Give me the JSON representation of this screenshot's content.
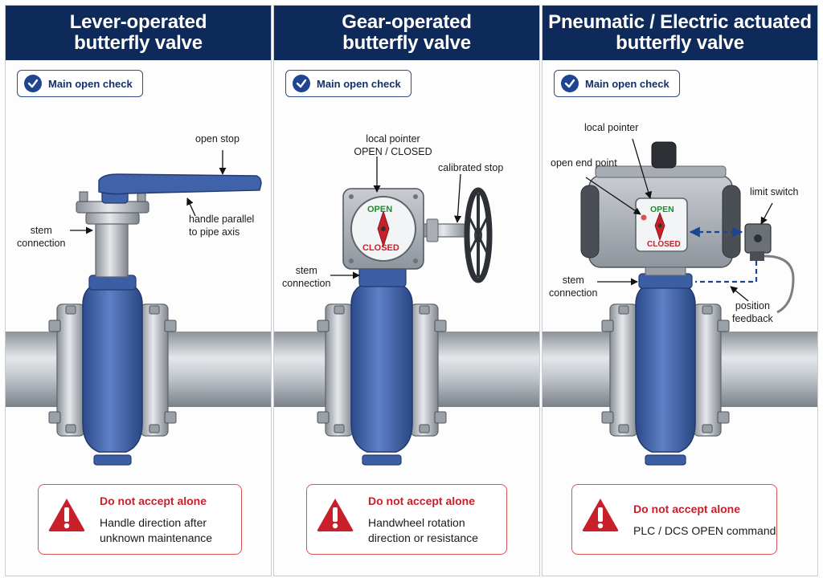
{
  "panels": [
    {
      "title": "Lever-operated\nbutterfly valve",
      "check_label": "Main open check",
      "callouts": {
        "open_stop": "open stop",
        "handle_parallel": "handle parallel\nto pipe axis",
        "stem_connection": "stem\nconnection"
      },
      "warning": {
        "title": "Do not accept alone",
        "text": "Handle direction after\nunknown maintenance"
      }
    },
    {
      "title": "Gear-operated\nbutterfly valve",
      "check_label": "Main open check",
      "callouts": {
        "local_pointer": "local pointer\nOPEN / CLOSED",
        "calibrated_stop": "calibrated stop",
        "stem_connection": "stem\nconnection"
      },
      "indicator": {
        "open": "OPEN",
        "closed": "CLOSED"
      },
      "warning": {
        "title": "Do not accept alone",
        "text": "Handwheel rotation\ndirection or resistance"
      }
    },
    {
      "title": "Pneumatic / Electric actuated\nbutterfly valve",
      "check_label": "Main open check",
      "callouts": {
        "local_pointer": "local pointer",
        "open_end_point": "open end point",
        "limit_switch": "limit switch",
        "stem_connection": "stem\nconnection",
        "position_feedback": "position\nfeedback"
      },
      "indicator": {
        "open": "OPEN",
        "closed": "CLOSED"
      },
      "warning": {
        "title": "Do not accept alone",
        "text": "PLC / DCS OPEN command"
      }
    }
  ],
  "colors": {
    "header": "#0d2a5a",
    "valve_blue": "#3f62a8",
    "steel": "#b9bec5",
    "warning_red": "#c8202a",
    "open_green": "#1e8a2e"
  }
}
